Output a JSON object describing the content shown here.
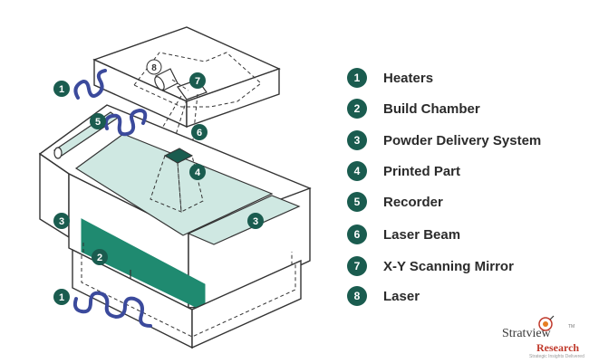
{
  "legend": {
    "items": [
      {
        "number": "1",
        "label": "Heaters"
      },
      {
        "number": "2",
        "label": "Build Chamber"
      },
      {
        "number": "3",
        "label": "Powder Delivery System"
      },
      {
        "number": "4",
        "label": "Printed Part"
      },
      {
        "number": "5",
        "label": "Recorder"
      },
      {
        "number": "6",
        "label": "Laser Beam"
      },
      {
        "number": "7",
        "label": "X-Y Scanning Mirror"
      },
      {
        "number": "8",
        "label": "Laser"
      }
    ]
  },
  "callouts": {
    "heater_top": "1",
    "heater_bottom": "1",
    "build_chamber": "2",
    "powder_left": "3",
    "powder_right": "3",
    "printed_part": "4",
    "recorder": "5",
    "laser_beam": "6",
    "mirror": "7",
    "laser": "8"
  },
  "logo": {
    "brand_part1": "Strat",
    "brand_part2": "view",
    "tm": "TM",
    "brand_line2": "Research",
    "tagline": "Strategic Insights Delivered"
  },
  "colors": {
    "badge": "#1a5c4f",
    "powder_bed": "#cfe8e2",
    "build_chamber": "#1f8a70",
    "heater_coil": "#3b4a9c",
    "logo_red": "#c0392b"
  }
}
